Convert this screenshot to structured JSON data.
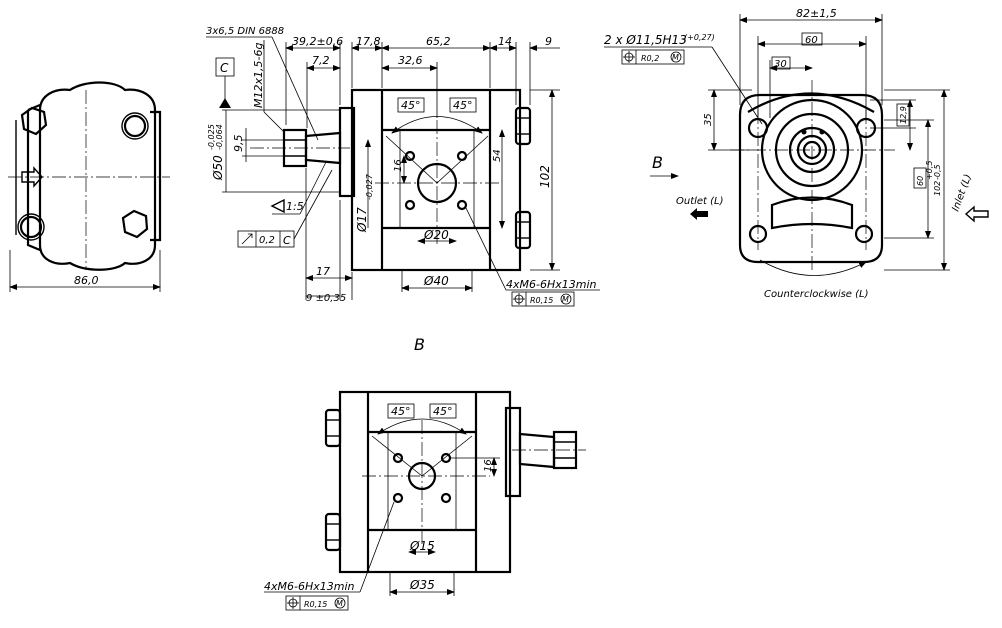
{
  "colors": {
    "line": "#000000",
    "background": "#ffffff"
  },
  "side_view": {
    "width_dim": "86,0"
  },
  "front_view": {
    "center_drill": "3x6,5 DIN 6888",
    "dims_top": [
      "39,2±0,6",
      "17,8",
      "65,2",
      "14",
      "9"
    ],
    "dims_second": [
      "7,2",
      "32,6"
    ],
    "datum": "C",
    "thread": "M12x1,5-6g",
    "shaft_dia": "Ø50",
    "shaft_tol_upper": "-0,025",
    "shaft_tol_lower": "-0,064",
    "dim_9_5": "9,5",
    "taper": "1:5",
    "runout_value": "0,2",
    "runout_datum": "C",
    "angle_left": "45°",
    "angle_right": "45°",
    "dim_16": "16",
    "dim_54": "54",
    "dim_102": "102",
    "bore_small": "Ø17",
    "bore_small_tol": "-0,027",
    "port_dia": "Ø20",
    "port_outer": "Ø40",
    "dim_17": "17",
    "dim_9": "9 ±0,35",
    "thread_callout": "4xM6-6Hx13min",
    "position_tol": "R0,15"
  },
  "rear_view": {
    "hole_callout": "2 x Ø11,5H13",
    "hole_tol": "(+0,27)",
    "hole_pos_tol": "R0,2",
    "dim_82": "82±1,5",
    "dim_60": "60",
    "dim_30": "30",
    "dim_35": "35",
    "dim_12_9": "12,9",
    "dim_60_v": "60",
    "dim_102v": "102",
    "dim_102v_tol_upper": "+0,5",
    "dim_102v_tol_lower": "-0,5",
    "view_letter": "B",
    "outlet": "Outlet (L)",
    "inlet": "Inlet (L)",
    "rotation": "Counterclockwise (L)"
  },
  "view_b": {
    "title": "B",
    "angle_left": "45°",
    "angle_right": "45°",
    "dim_16": "16",
    "port_dia": "Ø15",
    "port_outer": "Ø35",
    "thread_callout": "4xM6-6Hx13min",
    "position_tol": "R0,15"
  }
}
